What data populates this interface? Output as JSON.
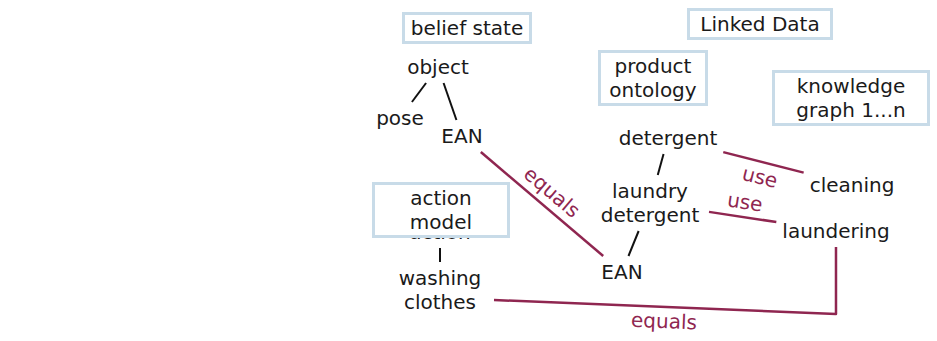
{
  "diagram": {
    "nodes": [
      {
        "text": [
          "belief state"
        ]
      },
      {
        "text": [
          "object"
        ],
        "in": 0
      },
      {
        "text": [
          "pose"
        ],
        "in": 0
      },
      {
        "text": [
          "EAN"
        ],
        "in": 0
      },
      {
        "text": [
          "action model"
        ]
      },
      {
        "text": [
          "action"
        ],
        "in": 4
      },
      {
        "text": [
          "washing clothes"
        ],
        "in": 4
      },
      {
        "text": [
          "product ontology"
        ]
      },
      {
        "text": [
          "detergent"
        ],
        "in": 7
      },
      {
        "text": [
          "laundry detergent"
        ],
        "in": 7
      },
      {
        "text": [
          "EAN"
        ],
        "in": 7
      },
      {
        "text": [
          "knowledge graph 1...n"
        ]
      },
      {
        "text": [
          "cleaning"
        ],
        "in": 11
      },
      {
        "text": [
          "laundering"
        ],
        "in": 11
      }
    ],
    "edges": [
      {
        "from": 1,
        "to": 2,
        "arrow": "none"
      },
      {
        "from": 1,
        "to": 3,
        "arrow": "none"
      },
      {
        "from": 5,
        "to": 6,
        "arrow": "none"
      },
      {
        "from": 8,
        "to": 9,
        "arrow": "none"
      },
      {
        "from": 9,
        "to": 10,
        "arrow": "none"
      },
      {
        "from": 3,
        "to": 10,
        "label": "equals",
        "arrow": "none"
      },
      {
        "from": 8,
        "to": 12,
        "label": "use",
        "arrow": "none"
      },
      {
        "from": 9,
        "to": 13,
        "label": "use",
        "arrow": "none"
      },
      {
        "from": 13,
        "to": 6,
        "label": "equals",
        "arrow": "none"
      }
    ],
    "labels": [
      "Linked Data"
    ]
  }
}
